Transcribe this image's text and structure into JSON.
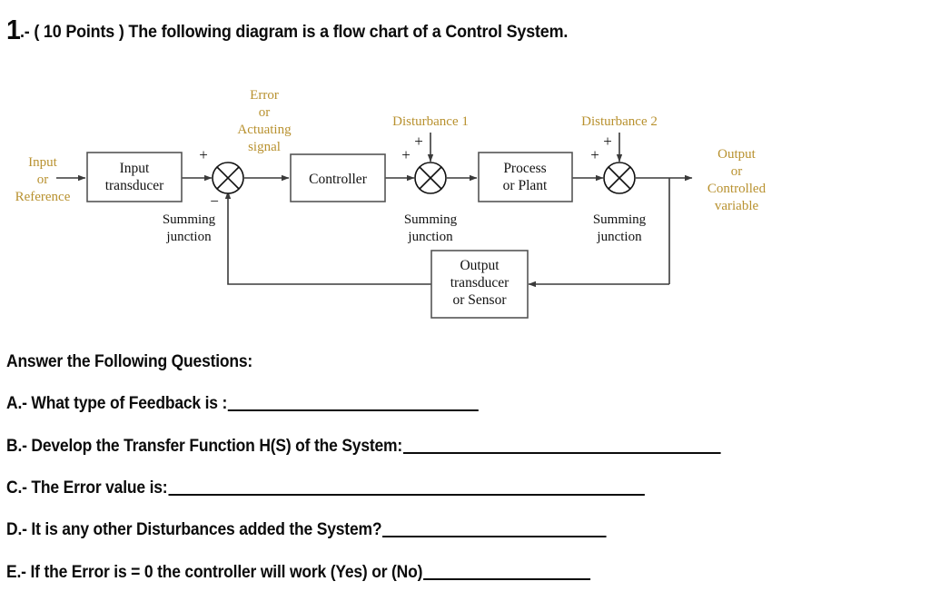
{
  "heading": {
    "number": "1",
    "text": ".- ( 10 Points ) The following diagram is a flow chart of a Control System."
  },
  "diagram": {
    "type": "control-system-block-diagram",
    "colors": {
      "annotation_gold": "#b8912f",
      "wire": "#3a3a3a",
      "box_border": "#555555",
      "text": "#111111"
    },
    "annotations": [
      {
        "name": "input-reference",
        "lines": [
          "Input",
          "or",
          "Reference"
        ]
      },
      {
        "name": "error-actuating-signal",
        "lines": [
          "Error",
          "or",
          "Actuating",
          "signal"
        ]
      },
      {
        "name": "disturbance-1",
        "lines": [
          "Disturbance 1"
        ]
      },
      {
        "name": "disturbance-2",
        "lines": [
          "Disturbance 2"
        ]
      },
      {
        "name": "output-controlled-variable",
        "lines": [
          "Output",
          "or",
          "Controlled",
          "variable"
        ]
      }
    ],
    "blocks": [
      {
        "name": "input-transducer",
        "lines": [
          "Input",
          "transducer"
        ]
      },
      {
        "name": "controller",
        "lines": [
          "Controller"
        ]
      },
      {
        "name": "process-or-plant",
        "lines": [
          "Process",
          "or Plant"
        ]
      },
      {
        "name": "output-transducer",
        "lines": [
          "Output",
          "transducer",
          "or Sensor"
        ]
      }
    ],
    "summing_junctions": [
      {
        "name": "summing-junction-1",
        "lines": [
          "Summing",
          "junction"
        ],
        "signs": [
          "+",
          "−"
        ]
      },
      {
        "name": "summing-junction-2",
        "lines": [
          "Summing",
          "junction"
        ],
        "signs": [
          "+",
          "+"
        ]
      },
      {
        "name": "summing-junction-3",
        "lines": [
          "Summing",
          "junction"
        ],
        "signs": [
          "+",
          "+"
        ]
      }
    ],
    "labels": {
      "input_l1": "Input",
      "input_l2": "or",
      "input_l3": "Reference",
      "error_l1": "Error",
      "error_l2": "or",
      "error_l3": "Actuating",
      "error_l4": "signal",
      "disturbance1": "Disturbance 1",
      "disturbance2": "Disturbance 2",
      "output_l1": "Output",
      "output_l2": "or",
      "output_l3": "Controlled",
      "output_l4": "variable",
      "input_transducer_l1": "Input",
      "input_transducer_l2": "transducer",
      "controller": "Controller",
      "process_l1": "Process",
      "process_l2": "or Plant",
      "output_transducer_l1": "Output",
      "output_transducer_l2": "transducer",
      "output_transducer_l3": "or Sensor",
      "summing_l1": "Summing",
      "summing_l2": "junction",
      "plus": "+",
      "minus": "−"
    }
  },
  "questions": {
    "header": "Answer the Following Questions:",
    "items": [
      {
        "id": "a",
        "text": "A.- What type of Feedback is :",
        "blank_width": 300
      },
      {
        "id": "b",
        "text": "B.- Develop the Transfer Function H(S) of the System:",
        "blank_width": 380
      },
      {
        "id": "c",
        "text": "C.- The Error value is:",
        "blank_width": 570
      },
      {
        "id": "d",
        "text": "D.- It is any other Disturbances added the System?",
        "blank_width": 268
      },
      {
        "id": "e",
        "text": "E.- If the Error is = 0 the controller will work (Yes) or (No)",
        "blank_width": 200
      }
    ]
  }
}
